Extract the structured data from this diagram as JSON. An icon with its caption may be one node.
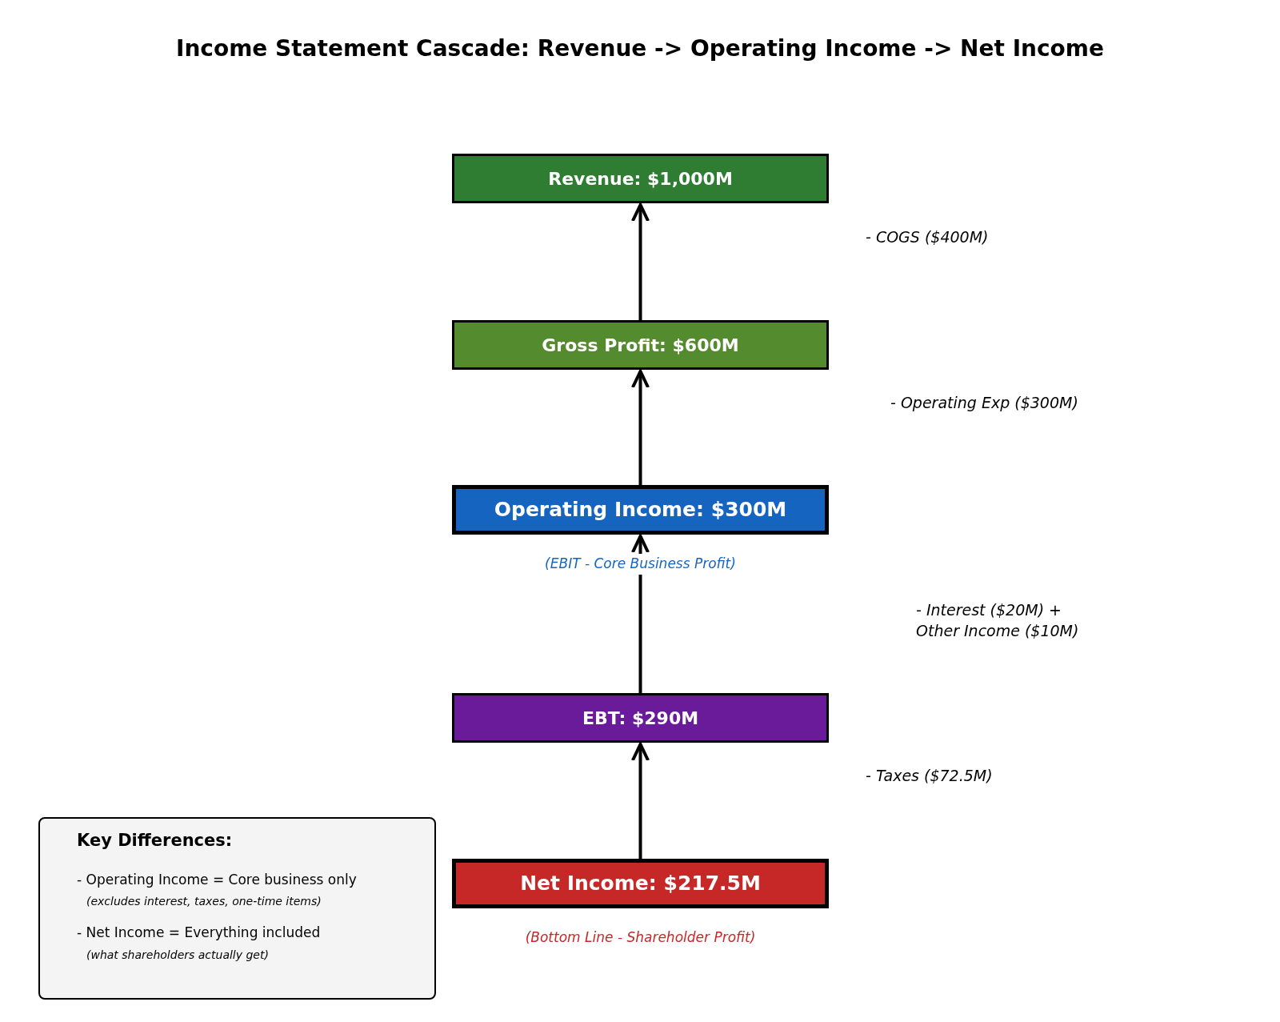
{
  "diagram": {
    "title": "Income Statement Cascade: Revenue -> Operating Income -> Net Income",
    "nodes": [
      {
        "text": [
          "Revenue: $1,000M"
        ]
      },
      {
        "text": [
          "Gross Profit: $600M"
        ]
      },
      {
        "text": [
          "Operating Income: $300M"
        ],
        "beside": [
          "(EBIT - Core Business Profit)"
        ]
      },
      {
        "text": [
          "EBT: $290M"
        ]
      },
      {
        "text": [
          "Net Income: $217.5M"
        ],
        "beside": [
          "(Bottom Line - Shareholder Profit)"
        ]
      },
      {
        "text": [
          "Key Differences:",
          "- Operating Income = Core business only",
          "(excludes interest, taxes, one-time items)",
          "- Net Income = Everything included",
          "(what shareholders actually get)"
        ]
      }
    ],
    "edges": [
      {
        "from": 1,
        "to": 0,
        "arrow": "to"
      },
      {
        "from": 2,
        "to": 1,
        "arrow": "to"
      },
      {
        "from": 3,
        "to": 2,
        "arrow": "to"
      },
      {
        "from": 4,
        "to": 3,
        "arrow": "to"
      }
    ],
    "labels": [
      "- COGS ($400M)",
      "- Operating Exp ($300M)",
      "- Interest ($20M) + Other Income ($10M)",
      "- Taxes ($72.5M)"
    ]
  }
}
